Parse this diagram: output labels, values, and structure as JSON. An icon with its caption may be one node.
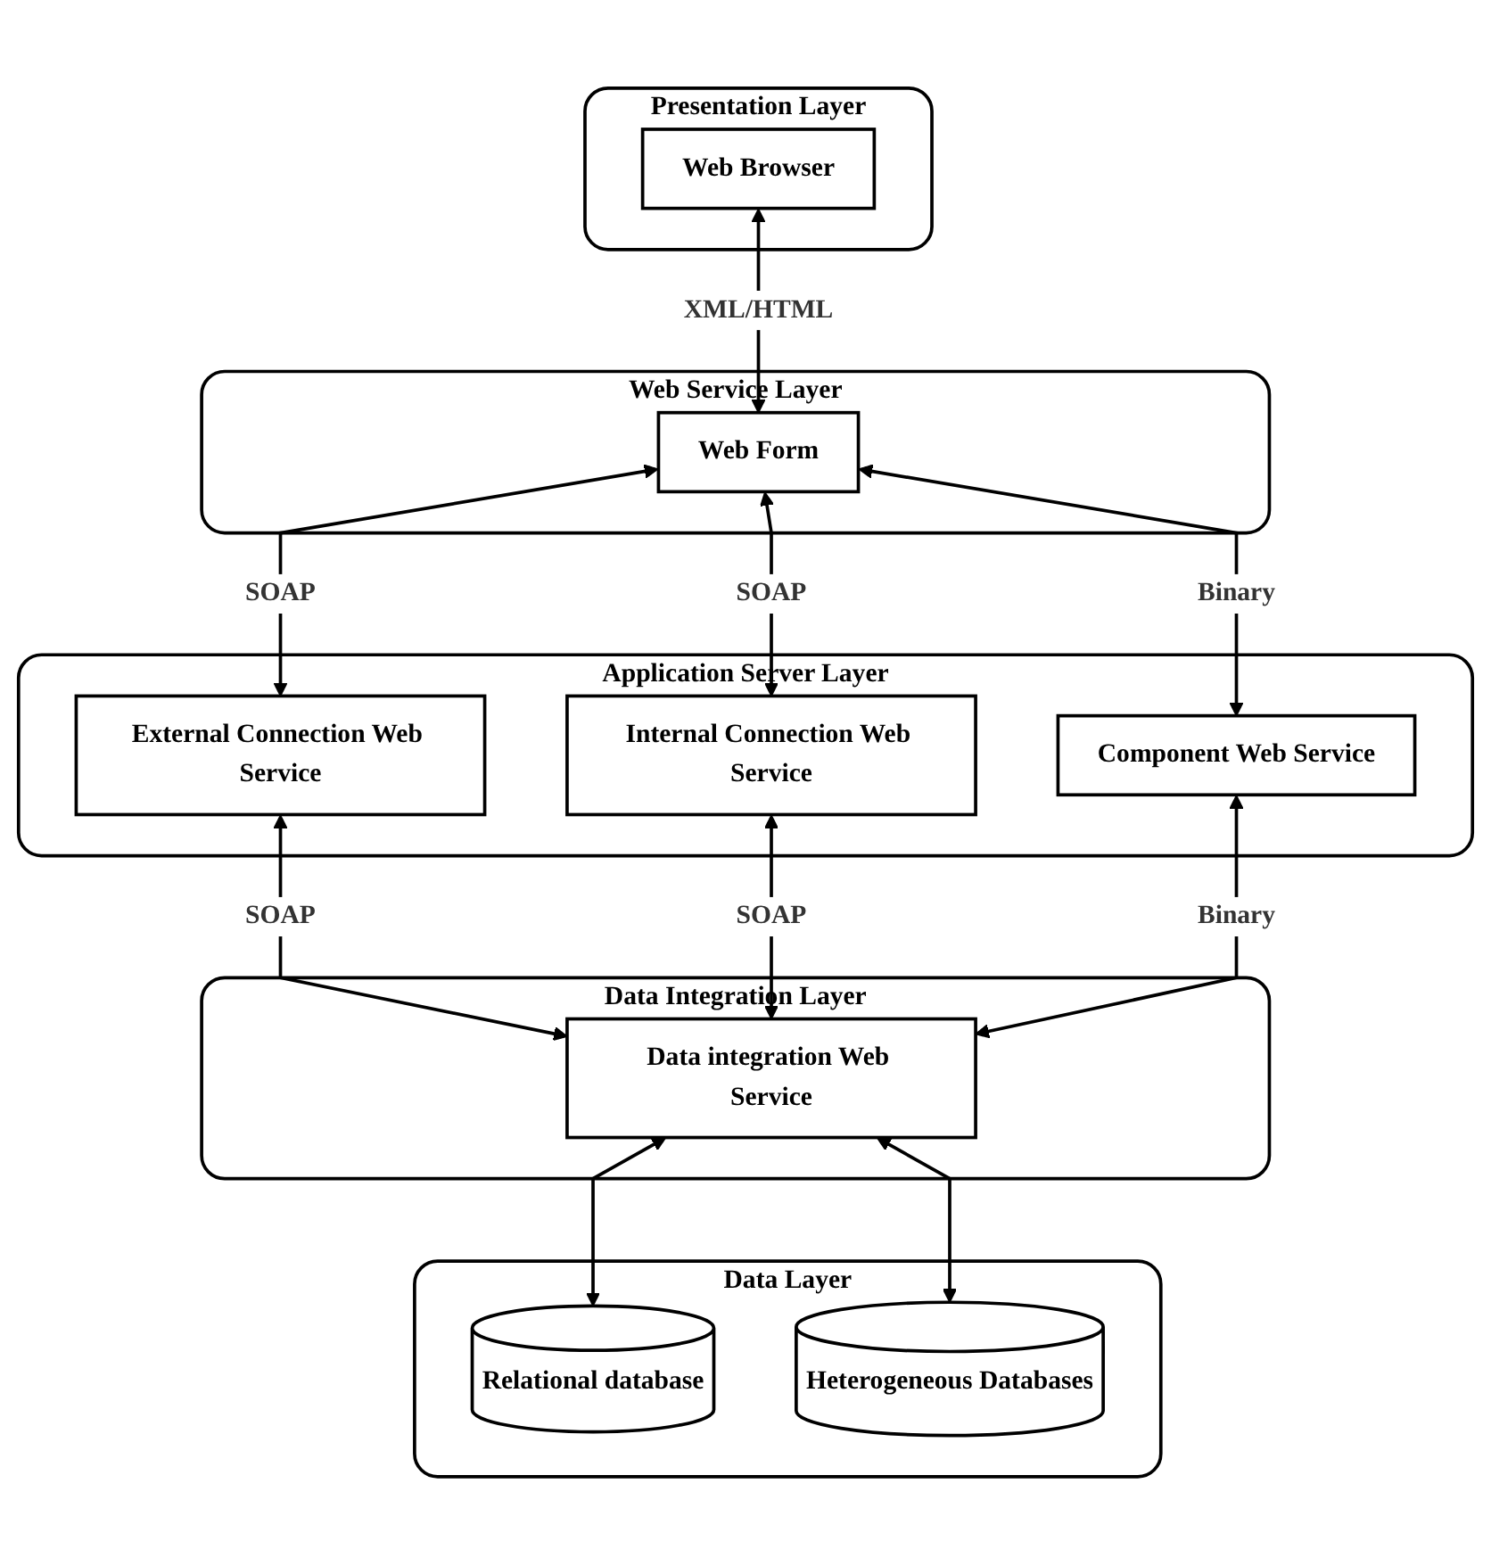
{
  "diagram": {
    "nodes": [
      {
        "text": [
          "Presentation Layer"
        ]
      },
      {
        "text": [
          "Web Browser"
        ],
        "in": 0
      },
      {
        "text": [
          "Web Service Layer"
        ]
      },
      {
        "text": [
          "Web Form"
        ],
        "in": 2
      },
      {
        "text": [
          "Application Server Layer"
        ]
      },
      {
        "text": [
          "External Connection Web Service"
        ],
        "in": 4
      },
      {
        "text": [
          "Internal Connection Web Service"
        ],
        "in": 4
      },
      {
        "text": [
          "Component Web Service"
        ],
        "in": 4
      },
      {
        "text": [
          "Data Integration Layer"
        ]
      },
      {
        "text": [
          "Data integration Web Service"
        ],
        "in": 8
      },
      {
        "text": [
          "Data Layer"
        ]
      },
      {
        "text": [
          "Relational database"
        ],
        "in": 10
      },
      {
        "text": [
          "Heterogeneous Databases"
        ],
        "in": 10
      }
    ],
    "edges": [
      {
        "from": 1,
        "to": 3,
        "arrow": "both",
        "label": "XML/HTML"
      },
      {
        "from": 3,
        "to": 5,
        "arrow": "both",
        "label": "SOAP"
      },
      {
        "from": 3,
        "to": 6,
        "arrow": "both",
        "label": "SOAP"
      },
      {
        "from": 3,
        "to": 7,
        "arrow": "both",
        "label": "Binary"
      },
      {
        "from": 5,
        "to": 9,
        "arrow": "both",
        "label": "SOAP"
      },
      {
        "from": 6,
        "to": 9,
        "arrow": "both",
        "label": "SOAP"
      },
      {
        "from": 7,
        "to": 9,
        "arrow": "both",
        "label": "Binary"
      },
      {
        "from": 9,
        "to": 11,
        "arrow": "both"
      },
      {
        "from": 9,
        "to": 12,
        "arrow": "both"
      }
    ]
  }
}
